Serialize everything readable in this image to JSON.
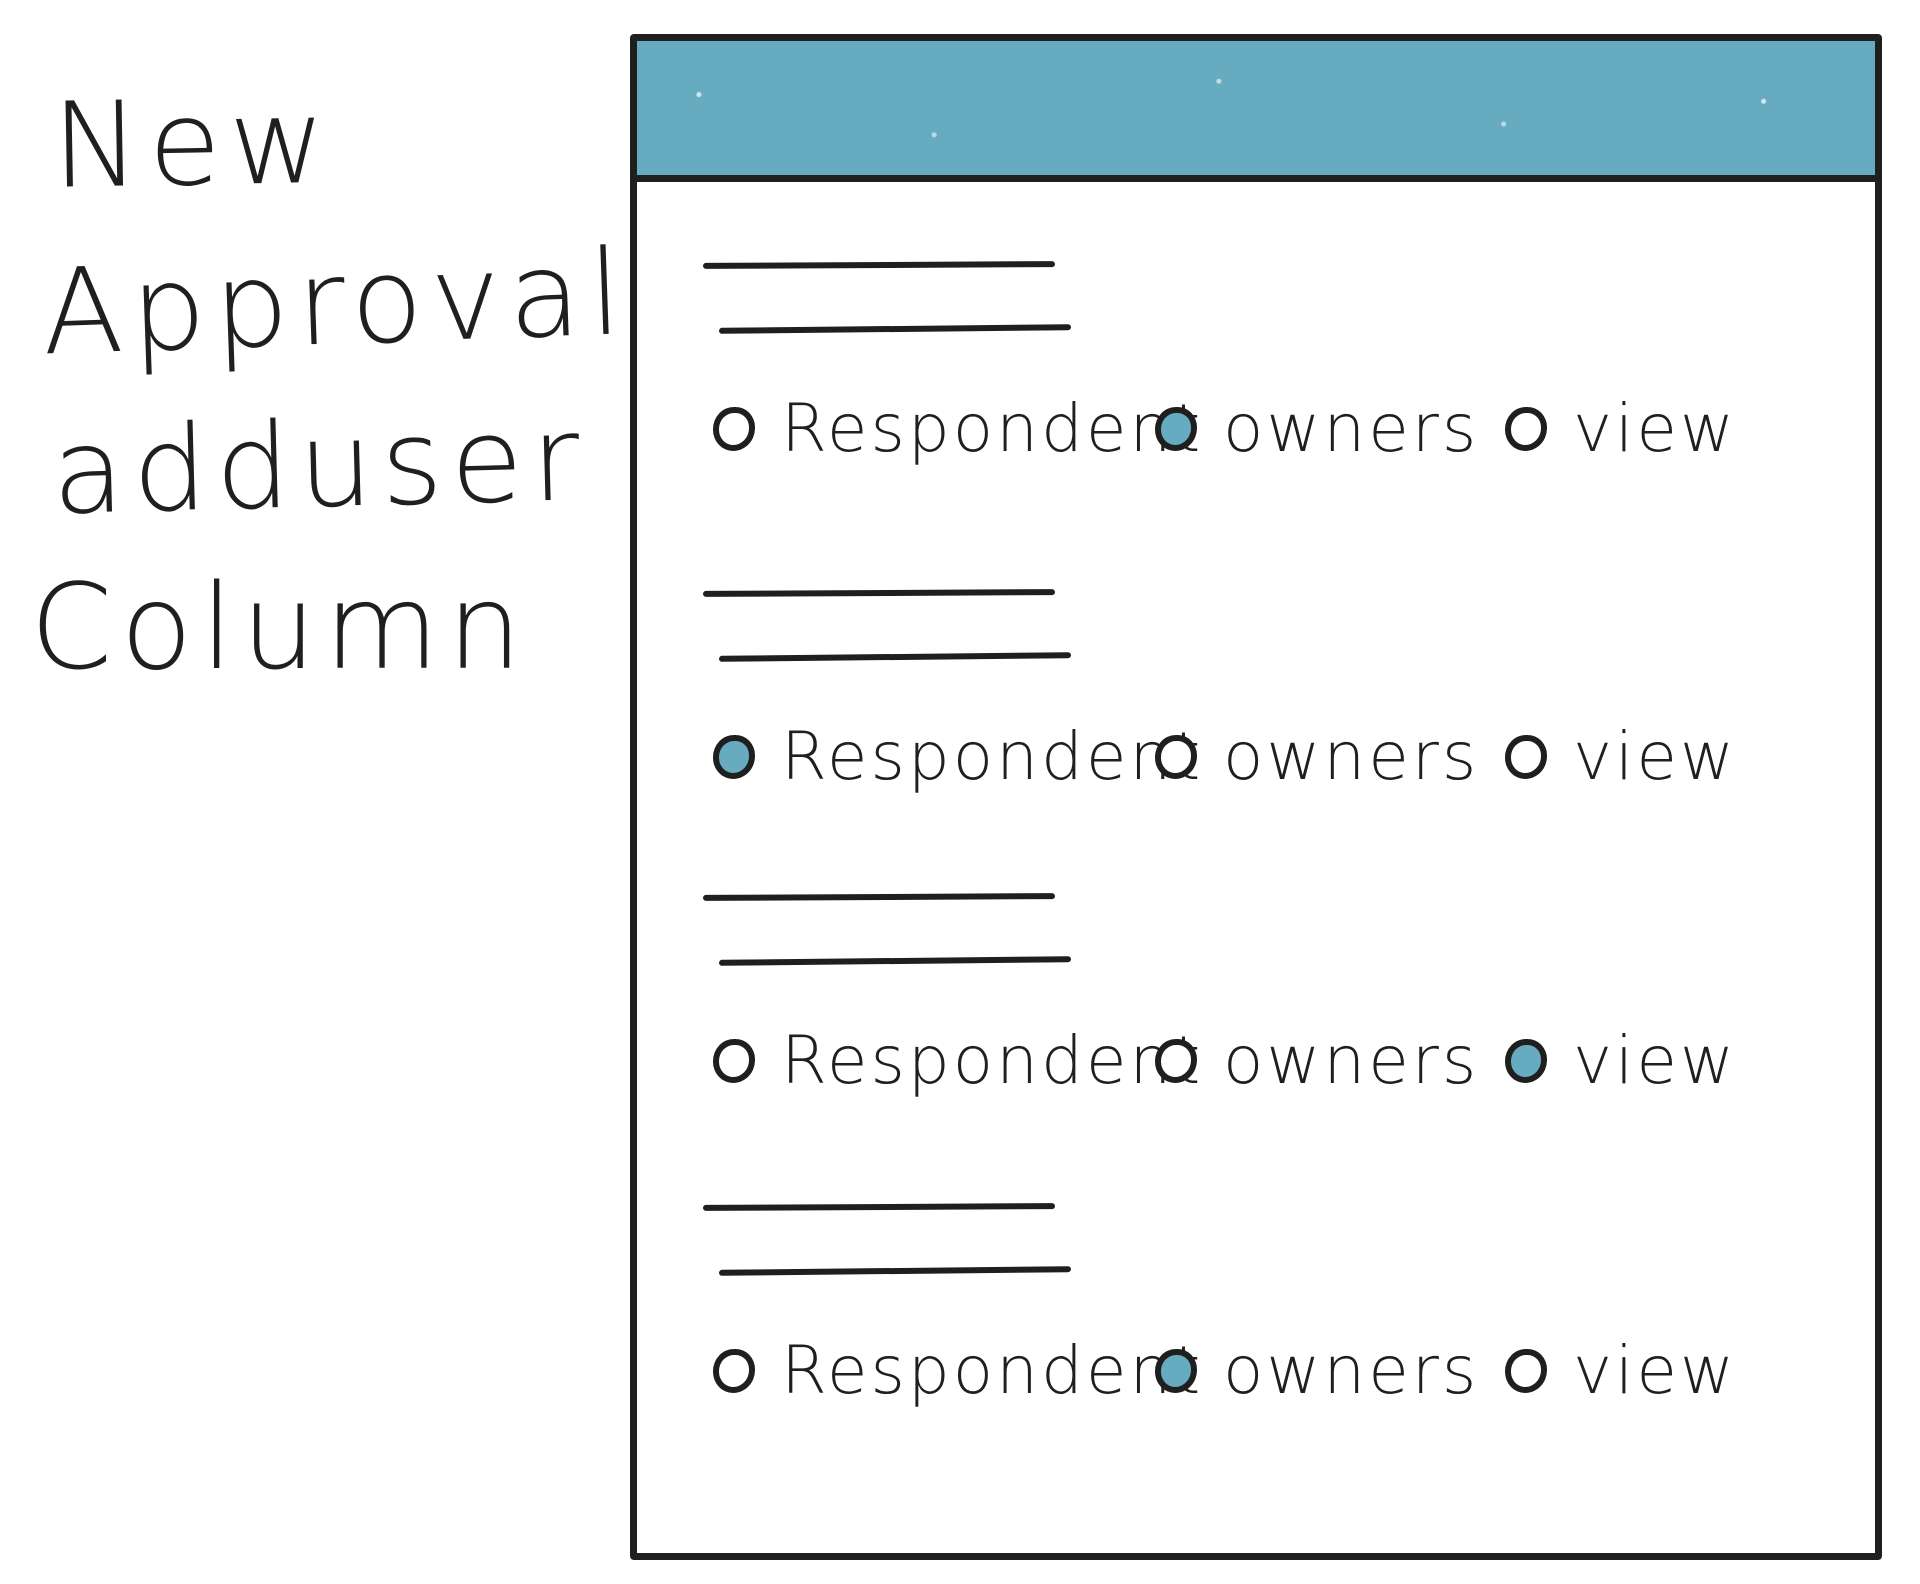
{
  "note": {
    "lines": [
      "New",
      "Approvals",
      "adduser",
      "Column"
    ]
  },
  "form": {
    "rows": [
      {
        "options": [
          {
            "label": "Respondent",
            "selected": false
          },
          {
            "label": "owners",
            "selected": true
          },
          {
            "label": "view",
            "selected": false
          }
        ]
      },
      {
        "options": [
          {
            "label": "Respondent",
            "selected": true
          },
          {
            "label": "owners",
            "selected": false
          },
          {
            "label": "view",
            "selected": false
          }
        ]
      },
      {
        "options": [
          {
            "label": "Respondent",
            "selected": false
          },
          {
            "label": "owners",
            "selected": false
          },
          {
            "label": "view",
            "selected": true
          }
        ]
      },
      {
        "options": [
          {
            "label": "Respondent",
            "selected": false
          },
          {
            "label": "owners",
            "selected": true
          },
          {
            "label": "view",
            "selected": false
          }
        ]
      }
    ]
  },
  "colors": {
    "accent": "#66abbf",
    "ink": "#1f1f1f",
    "background": "#ffffff"
  }
}
